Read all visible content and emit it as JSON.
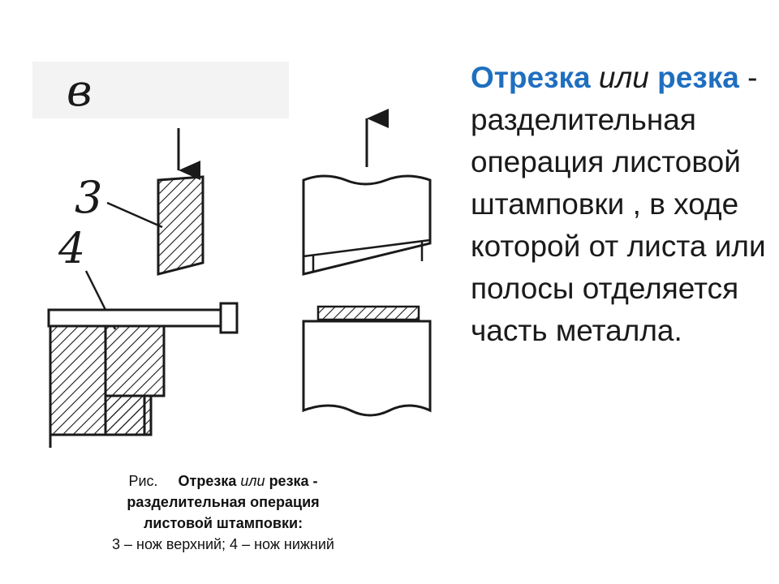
{
  "figure": {
    "corner_letter": "в",
    "label_upper_knife": "3",
    "label_lower_knife": "4"
  },
  "definition": {
    "term_1": "Отрезка",
    "word_or": "или",
    "term_2": "резка",
    "dash": "-",
    "body": "разделительная операция листовой штамповки , в ходе которой от листа или полосы отделяется часть металла."
  },
  "caption": {
    "prefix": "Рис.",
    "term_1": "Отрезка",
    "word_or": "или",
    "term_2": "резка -",
    "line_2": "разделительная операция",
    "line_3": "листовой штамповки:",
    "legend": "3 – нож верхний; 4 – нож нижний"
  },
  "colors": {
    "term_blue": "#1f6fbf",
    "ink": "#1a1a1a"
  }
}
